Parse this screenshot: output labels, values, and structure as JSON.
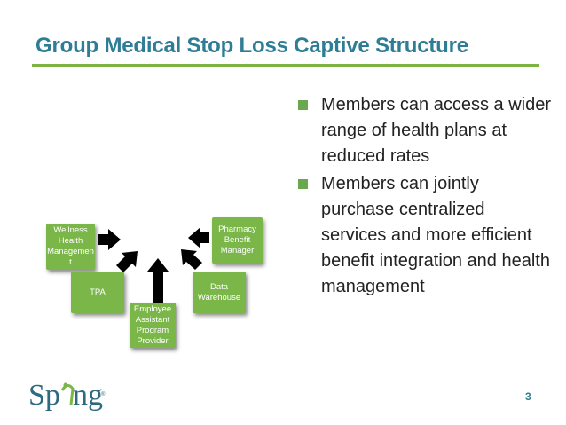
{
  "title": "Group Medical Stop Loss Captive Structure",
  "bullets": [
    "Members can access a wider range of  health plans at reduced rates",
    "Members can jointly purchase centralized services and more efficient benefit integration and health management"
  ],
  "diagram": {
    "boxes": {
      "wellness": "Wellness Health Managemen t",
      "tpa": "TPA",
      "eap": "Employee Assistant Program Provider",
      "data_warehouse": "Data Warehouse",
      "pbm": "Pharmacy Benefit Manager"
    }
  },
  "page_number": "3",
  "logo": {
    "text": "Sp ng",
    "mark": "®"
  },
  "colors": {
    "title": "#2e7d95",
    "rule": "#7cb342",
    "box": "#7ab648",
    "bullet": "#6aa84f"
  }
}
